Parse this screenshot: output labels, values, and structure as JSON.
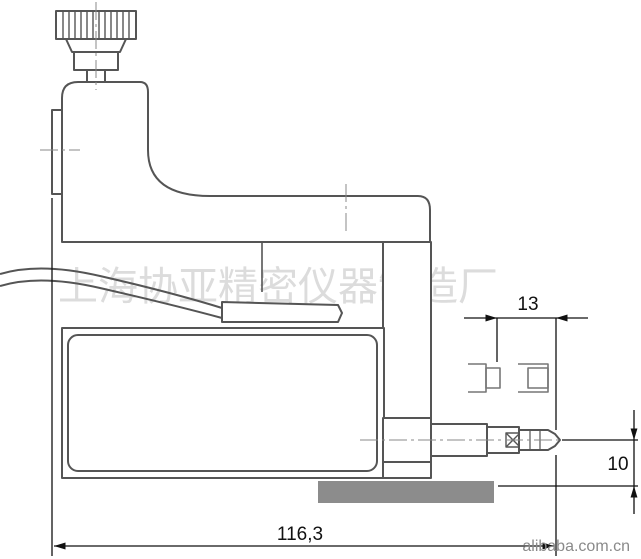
{
  "dimensions": {
    "overall_length": "116,3",
    "tip_length": "13",
    "tip_height": "10"
  },
  "watermark": "上海协亚精密仪器制造厂",
  "source_mark": "alibaba.com.cn",
  "colors": {
    "outline": "#555555",
    "body_fill": "#ffffff",
    "base_plate": "#8c8c8c",
    "dimension_line": "#111111",
    "watermark_text": "#dcdcdc"
  }
}
